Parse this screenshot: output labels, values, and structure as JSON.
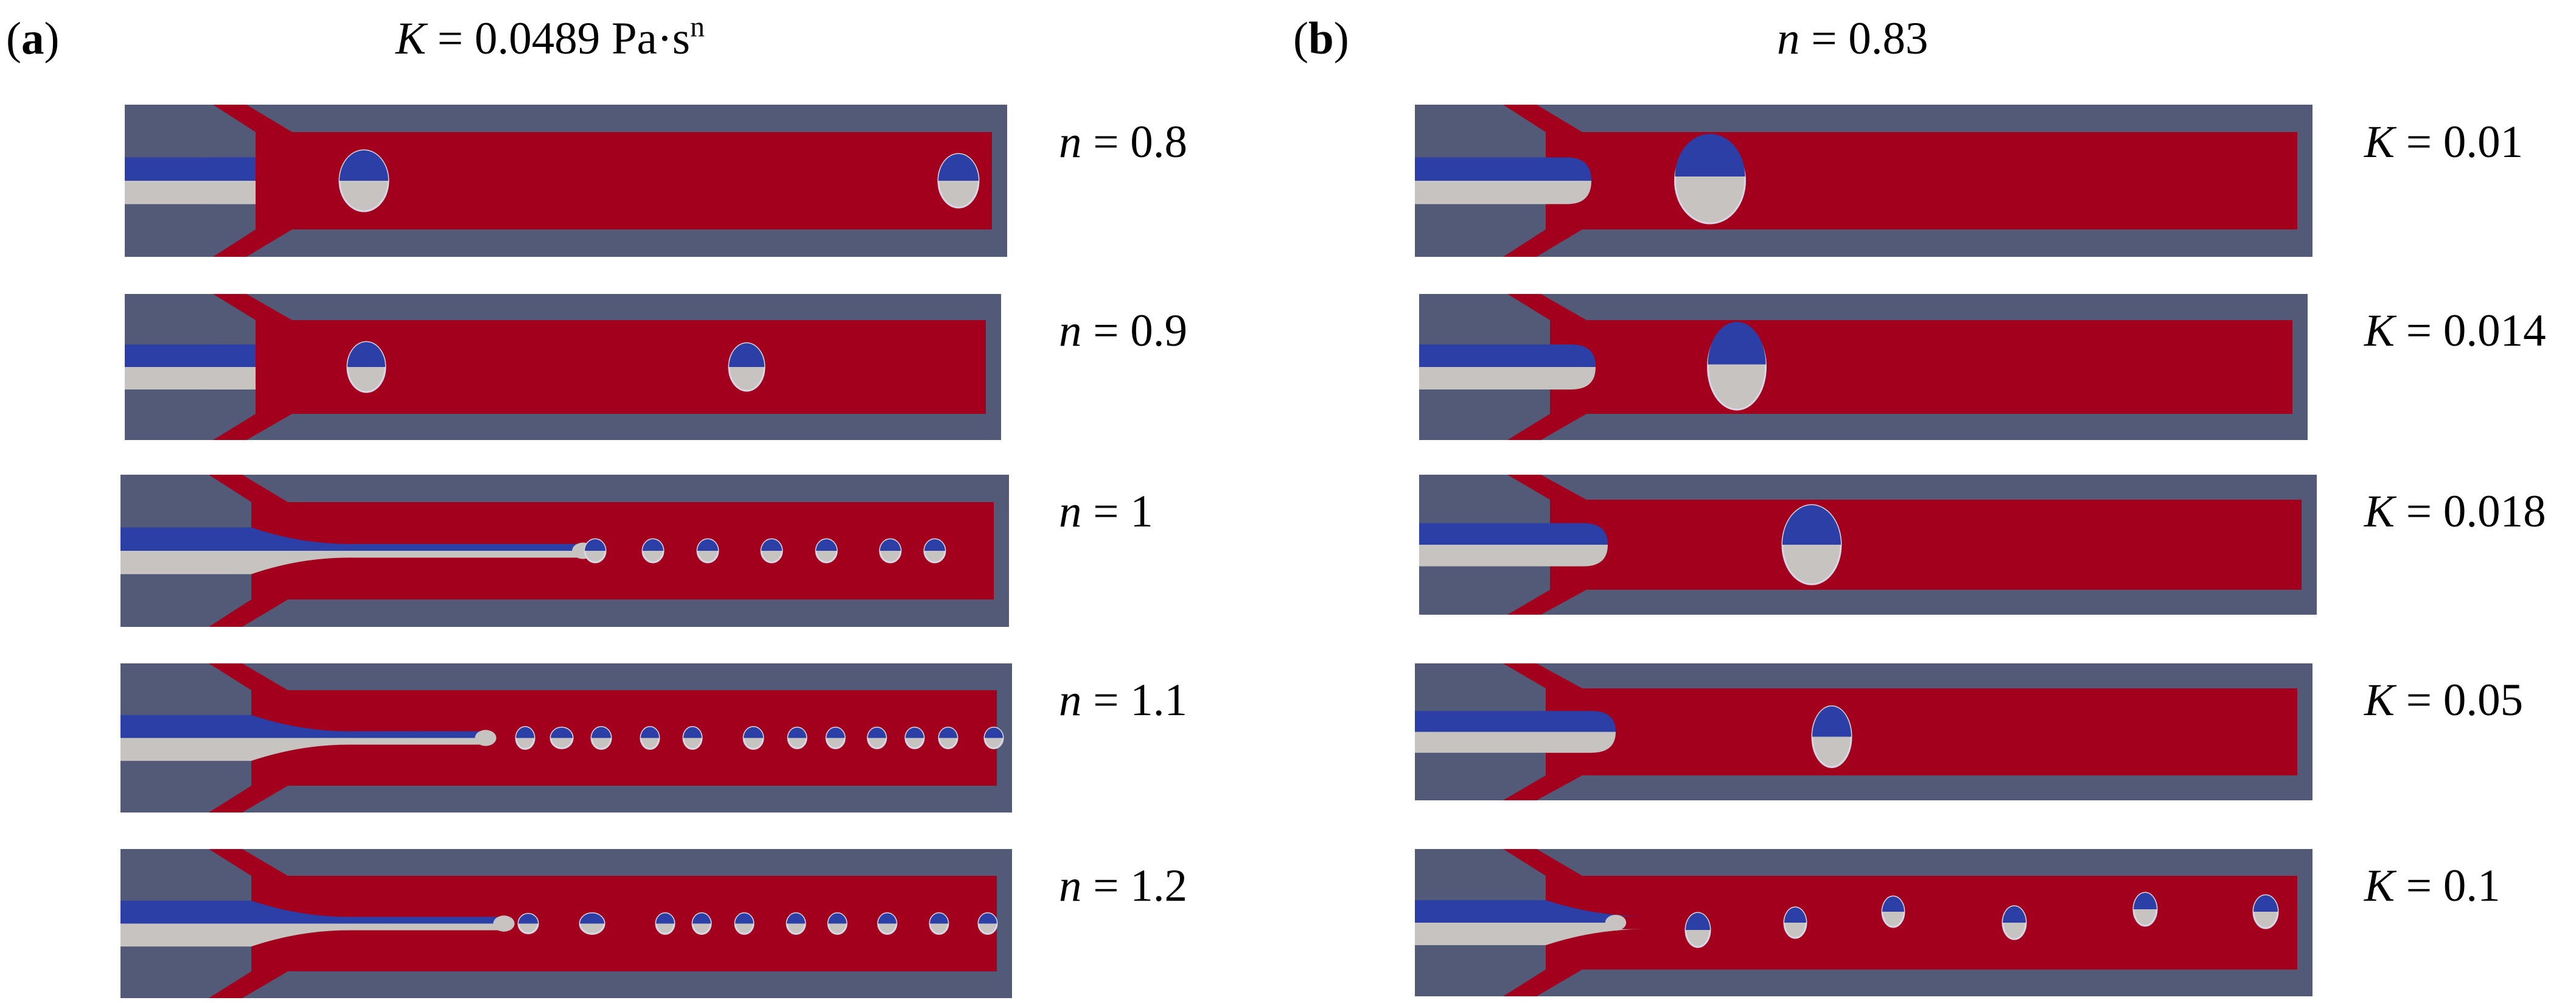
{
  "colors": {
    "wall": "#535A78",
    "continuous_phase": "#A3001D",
    "dispersed_blue": "#2B3FA6",
    "dispersed_gray": "#C6C3C1",
    "outline": "#D9D6E6"
  },
  "panels": [
    {
      "letter": "a",
      "header_sym": "K",
      "header_rest": " = 0.0489 Pa·s",
      "header_sup": "n",
      "rows": [
        {
          "sym": "n",
          "rest": " = 0.8"
        },
        {
          "sym": "n",
          "rest": " = 0.9"
        },
        {
          "sym": "n",
          "rest": " = 1"
        },
        {
          "sym": "n",
          "rest": " = 1.1"
        },
        {
          "sym": "n",
          "rest": " = 1.2"
        }
      ]
    },
    {
      "letter": "b",
      "header_sym": "n",
      "header_rest": " = 0.83",
      "header_sup": "",
      "rows": [
        {
          "sym": "K",
          "rest": " = 0.01"
        },
        {
          "sym": "K",
          "rest": " = 0.014"
        },
        {
          "sym": "K",
          "rest": " = 0.018"
        },
        {
          "sym": "K",
          "rest": " = 0.05"
        },
        {
          "sym": "K",
          "rest": " = 0.1"
        }
      ]
    }
  ]
}
